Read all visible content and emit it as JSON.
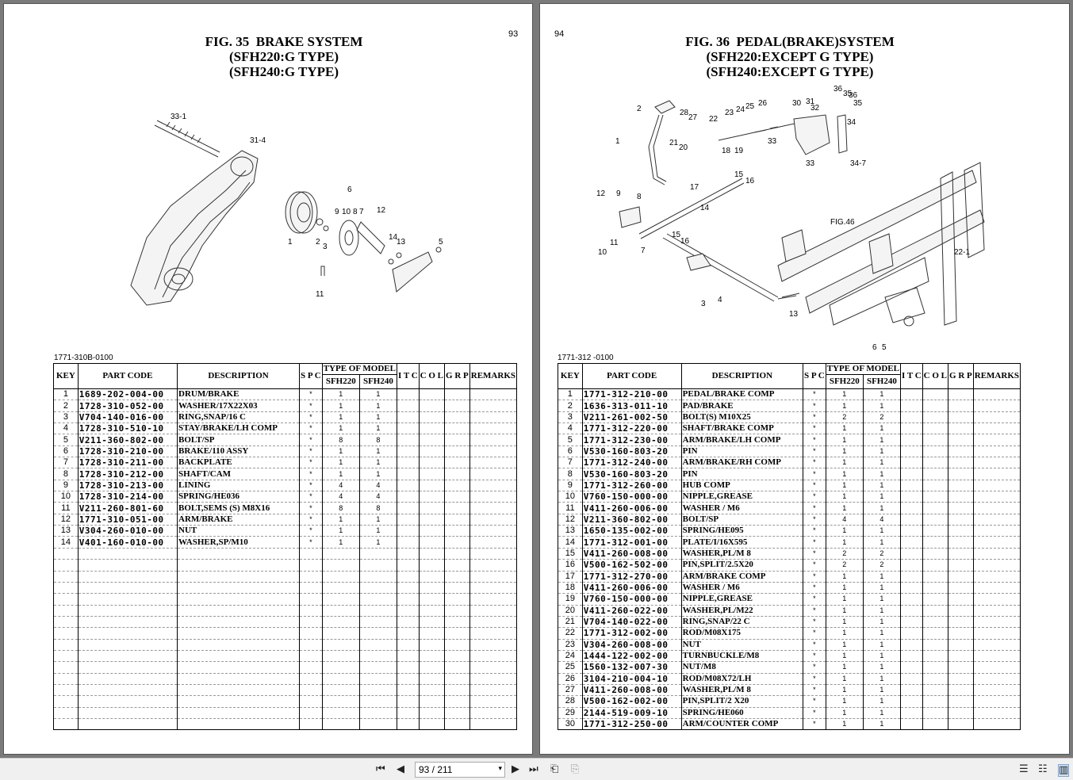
{
  "left": {
    "page_number": "93",
    "title": [
      "FIG. 35  BRAKE SYSTEM",
      "(SFH220:G TYPE)",
      "(SFH240:G TYPE)"
    ],
    "diagram_labels": [
      "33-1",
      "31-4",
      "6",
      "9",
      "10",
      "8",
      "7",
      "12",
      "1",
      "2",
      "3",
      "14",
      "13",
      "5",
      "11"
    ],
    "table_code": "1771-310B-0100",
    "rows": [
      [
        "1",
        "1689-202-004-00",
        "DRUM/BRAKE",
        "*",
        "1",
        "1"
      ],
      [
        "2",
        "1728-310-052-00",
        "WASHER/17X22X03",
        "*",
        "1",
        "1"
      ],
      [
        "3",
        "V704-140-016-00",
        "RING,SNAP/16 C",
        "*",
        "1",
        "1"
      ],
      [
        "4",
        "1728-310-510-10",
        "STAY/BRAKE/LH   COMP",
        "*",
        "1",
        "1"
      ],
      [
        "5",
        "V211-360-802-00",
        "BOLT/SP",
        "*",
        "8",
        "8"
      ],
      [
        "6",
        "1728-310-210-00",
        "BRAKE/110      ASSY",
        "*",
        "1",
        "1"
      ],
      [
        "7",
        "1728-310-211-00",
        "BACKPLATE",
        "*",
        "1",
        "1"
      ],
      [
        "8",
        "1728-310-212-00",
        "SHAFT/CAM",
        "*",
        "1",
        "1"
      ],
      [
        "9",
        "1728-310-213-00",
        "LINING",
        "*",
        "4",
        "4"
      ],
      [
        "10",
        "1728-310-214-00",
        "SPRING/HE036",
        "*",
        "4",
        "4"
      ],
      [
        "11",
        "V211-260-801-60",
        "BOLT,SEMS (S) M8X16",
        "*",
        "8",
        "8"
      ],
      [
        "12",
        "1771-310-051-00",
        "ARM/BRAKE",
        "*",
        "1",
        "1"
      ],
      [
        "13",
        "V304-260-010-00",
        "NUT",
        "*",
        "1",
        "1"
      ],
      [
        "14",
        "V401-160-010-00",
        "WASHER,SP/M10",
        "*",
        "1",
        "1"
      ]
    ]
  },
  "right": {
    "page_number": "94",
    "title": [
      "FIG. 36  PEDAL(BRAKE)SYSTEM",
      "(SFH220:EXCEPT G TYPE)",
      "(SFH240:EXCEPT G TYPE)"
    ],
    "diagram_labels": [
      "2",
      "28",
      "27",
      "22",
      "23",
      "24",
      "25",
      "26",
      "30",
      "31",
      "32",
      "36",
      "35",
      "35",
      "1",
      "21",
      "20",
      "18",
      "19",
      "33",
      "34",
      "33",
      "34-7",
      "15",
      "16",
      "17",
      "14",
      "12",
      "9",
      "8",
      "FIG.46",
      "22-1",
      "11",
      "10",
      "7",
      "15",
      "16",
      "3",
      "4",
      "13",
      "6",
      "5"
    ],
    "table_code": "1771-312 -0100",
    "rows": [
      [
        "1",
        "1771-312-210-00",
        "PEDAL/BRAKE     COMP",
        "*",
        "1",
        "1"
      ],
      [
        "2",
        "1636-313-011-10",
        "PAD/BRAKE",
        "*",
        "1",
        "1"
      ],
      [
        "3",
        "V211-261-002-50",
        "BOLT(S) M10X25",
        "*",
        "2",
        "2"
      ],
      [
        "4",
        "1771-312-220-00",
        "SHAFT/BRAKE    COMP",
        "*",
        "1",
        "1"
      ],
      [
        "5",
        "1771-312-230-00",
        "ARM/BRAKE/LH    COMP",
        "*",
        "1",
        "1"
      ],
      [
        "6",
        "V530-160-803-20",
        "PIN",
        "*",
        "1",
        "1"
      ],
      [
        "7",
        "1771-312-240-00",
        "ARM/BRAKE/RH   COMP",
        "*",
        "1",
        "1"
      ],
      [
        "8",
        "V530-160-803-20",
        "PIN",
        "*",
        "1",
        "1"
      ],
      [
        "9",
        "1771-312-260-00",
        "HUB            COMP",
        "*",
        "1",
        "1"
      ],
      [
        "10",
        "V760-150-000-00",
        "NIPPLE,GREASE",
        "*",
        "1",
        "1"
      ],
      [
        "11",
        "V411-260-006-00",
        "WASHER / M6",
        "*",
        "1",
        "1"
      ],
      [
        "12",
        "V211-360-802-00",
        "BOLT/SP",
        "*",
        "4",
        "4"
      ],
      [
        "13",
        "1650-135-002-00",
        "SPRING/HE095",
        "*",
        "1",
        "1"
      ],
      [
        "14",
        "1771-312-001-00",
        "PLATE/I/16X595",
        "*",
        "1",
        "1"
      ],
      [
        "15",
        "V411-260-008-00",
        "WASHER,PL/M 8",
        "*",
        "2",
        "2"
      ],
      [
        "16",
        "V500-162-502-00",
        "PIN,SPLIT/2.5X20",
        "*",
        "2",
        "2"
      ],
      [
        "17",
        "1771-312-270-00",
        "ARM/BRAKE      COMP",
        "*",
        "1",
        "1"
      ],
      [
        "18",
        "V411-260-006-00",
        "WASHER / M6",
        "*",
        "1",
        "1"
      ],
      [
        "19",
        "V760-150-000-00",
        "NIPPLE,GREASE",
        "*",
        "1",
        "1"
      ],
      [
        "20",
        "V411-260-022-00",
        "WASHER,PL/M22",
        "*",
        "1",
        "1"
      ],
      [
        "21",
        "V704-140-022-00",
        "RING,SNAP/22 C",
        "*",
        "1",
        "1"
      ],
      [
        "22",
        "1771-312-002-00",
        "ROD/M08X175",
        "*",
        "1",
        "1"
      ],
      [
        "23",
        "V304-260-008-00",
        "NUT",
        "*",
        "1",
        "1"
      ],
      [
        "24",
        "1444-122-002-00",
        "TURNBUCKLE/M8",
        "*",
        "1",
        "1"
      ],
      [
        "25",
        "1560-132-007-30",
        "NUT/M8",
        "*",
        "1",
        "1"
      ],
      [
        "26",
        "3104-210-004-10",
        "ROD/M08X72/LH",
        "*",
        "1",
        "1"
      ],
      [
        "27",
        "V411-260-008-00",
        "WASHER,PL/M 8",
        "*",
        "1",
        "1"
      ],
      [
        "28",
        "V500-162-002-00",
        "PIN,SPLIT/2  X20",
        "*",
        "1",
        "1"
      ],
      [
        "29",
        "2144-519-009-10",
        "SPRING/HE060",
        "*",
        "1",
        "1"
      ],
      [
        "30",
        "1771-312-250-00",
        "ARM/COUNTER    COMP",
        "*",
        "1",
        "1"
      ]
    ]
  },
  "table_headers": {
    "key": "KEY",
    "part_code": "PART CODE",
    "description": "DESCRIPTION",
    "spc": "S P C",
    "type_of_model": "TYPE OF MODEL",
    "model1": "SFH220",
    "model2": "SFH240",
    "itc": "I T C",
    "col": "C O L",
    "grp": "G R P",
    "remarks": "REMARKS"
  },
  "toolbar": {
    "page_display": "93 / 211"
  }
}
